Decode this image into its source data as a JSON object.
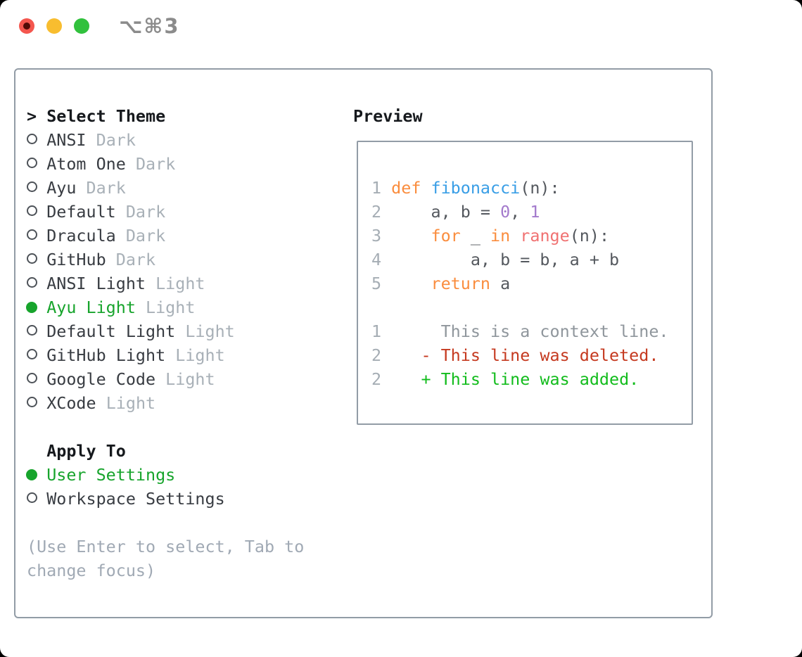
{
  "window": {
    "title": "⌥⌘3",
    "traffic_lights": [
      "close",
      "minimize",
      "zoom"
    ]
  },
  "theme_section": {
    "focus_indicator": ">",
    "title": "Select Theme",
    "themes": [
      {
        "name": "ANSI",
        "variant": "Dark",
        "selected": false
      },
      {
        "name": "Atom One",
        "variant": "Dark",
        "selected": false
      },
      {
        "name": "Ayu",
        "variant": "Dark",
        "selected": false
      },
      {
        "name": "Default",
        "variant": "Dark",
        "selected": false
      },
      {
        "name": "Dracula",
        "variant": "Dark",
        "selected": false
      },
      {
        "name": "GitHub",
        "variant": "Dark",
        "selected": false
      },
      {
        "name": "ANSI Light",
        "variant": "Light",
        "selected": false
      },
      {
        "name": "Ayu Light",
        "variant": "Light",
        "selected": true
      },
      {
        "name": "Default Light",
        "variant": "Light",
        "selected": false
      },
      {
        "name": "GitHub Light",
        "variant": "Light",
        "selected": false
      },
      {
        "name": "Google Code",
        "variant": "Light",
        "selected": false
      },
      {
        "name": "XCode",
        "variant": "Light",
        "selected": false
      }
    ],
    "apply_to": {
      "title": "Apply To",
      "options": [
        {
          "label": "User Settings",
          "selected": true
        },
        {
          "label": "Workspace Settings",
          "selected": false
        }
      ]
    },
    "hint_lines": [
      "(Use Enter to select, Tab to",
      "change focus)"
    ]
  },
  "preview": {
    "title": "Preview",
    "lines": [
      [
        {
          "t": "1 ",
          "s": "num"
        },
        {
          "t": "def ",
          "s": "kw"
        },
        {
          "t": "fibonacci",
          "s": "fn"
        },
        {
          "t": "(n):",
          "s": "plain"
        }
      ],
      [
        {
          "t": "2 ",
          "s": "num"
        },
        {
          "t": "    a, b = ",
          "s": "plain"
        },
        {
          "t": "0",
          "s": "lit"
        },
        {
          "t": ", ",
          "s": "plain"
        },
        {
          "t": "1",
          "s": "lit"
        }
      ],
      [
        {
          "t": "3 ",
          "s": "num"
        },
        {
          "t": "    ",
          "s": "plain"
        },
        {
          "t": "for ",
          "s": "kw"
        },
        {
          "t": "_ ",
          "s": "plain"
        },
        {
          "t": "in ",
          "s": "kw"
        },
        {
          "t": "range",
          "s": "call"
        },
        {
          "t": "(n):",
          "s": "plain"
        }
      ],
      [
        {
          "t": "4 ",
          "s": "num"
        },
        {
          "t": "        a, b = b, a + b",
          "s": "plain"
        }
      ],
      [
        {
          "t": "5 ",
          "s": "num"
        },
        {
          "t": "    ",
          "s": "plain"
        },
        {
          "t": "return ",
          "s": "kw"
        },
        {
          "t": "a",
          "s": "plain"
        }
      ],
      [],
      [
        {
          "t": "1",
          "s": "num"
        },
        {
          "t": "      ",
          "s": "plain"
        },
        {
          "t": "This is a context line.",
          "s": "ctx"
        }
      ],
      [
        {
          "t": "2",
          "s": "num"
        },
        {
          "t": "    ",
          "s": "plain"
        },
        {
          "t": "- This line was deleted.",
          "s": "del"
        }
      ],
      [
        {
          "t": "2",
          "s": "num"
        },
        {
          "t": "    ",
          "s": "plain"
        },
        {
          "t": "+ This line was added.",
          "s": "add"
        }
      ]
    ]
  },
  "colors": {
    "accent_green": "#17a42c",
    "border_gray": "#929ca6",
    "text_primary": "#383c42",
    "text_bold": "#16191d",
    "text_muted": "#a8b0b7",
    "hint_gray": "#a0a9b4",
    "title_gray": "#8b8b8b",
    "traffic_red": "#f4564e",
    "traffic_red_dot": "#520b06",
    "traffic_yellow": "#f8bd2f",
    "traffic_green": "#31c13d",
    "syn_keyword": "#fa8d3e",
    "syn_function": "#399ee6",
    "syn_number": "#a37acc",
    "syn_call": "#f07171",
    "syn_plain": "#54585e",
    "syn_line_number": "#a5adb4",
    "diff_context": "#8f969c",
    "diff_deleted": "#c5391f",
    "diff_added": "#12bc1c"
  }
}
